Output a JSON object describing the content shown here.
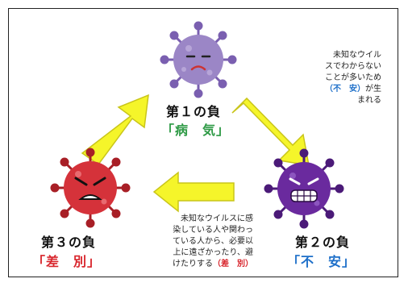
{
  "colors": {
    "virus1": "#9b86c6",
    "virus2": "#6a2a9e",
    "virus3": "#d5323a",
    "arrow": "#f5f52a",
    "green": "#2e9a45",
    "red": "#d8242b",
    "blue": "#1d6fc9"
  },
  "stages": [
    {
      "title": "第１の負",
      "word": "「病　気」",
      "icon": "worried-virus-icon"
    },
    {
      "title": "第２の負",
      "word": "「不　安」",
      "icon": "scary-virus-icon"
    },
    {
      "title": "第３の負",
      "word": "「差　別」",
      "icon": "angry-virus-icon"
    }
  ],
  "notes": {
    "anxiety": {
      "lines": [
        "未知なウイル",
        "スでわからない",
        "ことが多いため"
      ],
      "emphasis": "（不　安）",
      "after_emphasis": "が生",
      "last_line": "まれる"
    },
    "discrimination": {
      "lines": [
        "未知なウイルスに感",
        "染している人や関わっ",
        "ている人から、必要以",
        "上に遠ざかったり、避"
      ],
      "last_line_prefix": "けたりする",
      "emphasis": "（差　別）"
    }
  }
}
